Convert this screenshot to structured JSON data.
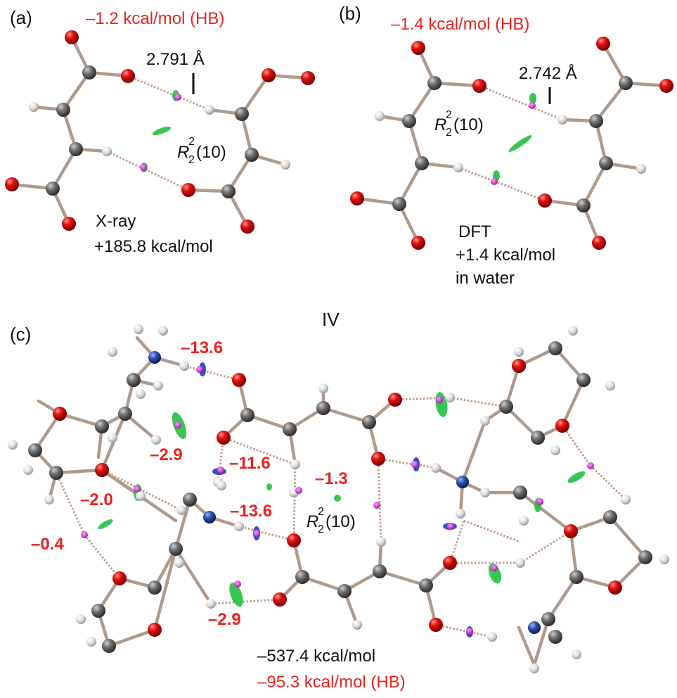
{
  "panel_a": {
    "tag": "(a)",
    "energy_hb": "–1.2 kcal/mol (HB)",
    "distance": "2.791 Å",
    "motif": "10",
    "method": "X-ray",
    "energy": "+185.8 kcal/mol"
  },
  "panel_b": {
    "tag": "(b)",
    "energy_hb": "–1.4 kcal/mol (HB)",
    "distance": "2.742 Å",
    "motif": "10",
    "method": "DFT",
    "energy": "+1.4 kcal/mol",
    "medium": "in water"
  },
  "panel_c": {
    "tag": "(c)",
    "title": "IV",
    "labels": {
      "v_13_6_top": "–13.6",
      "v_2_9_top": "–2.9",
      "v_11_6": "–11.6",
      "v_1_3": "–1.3",
      "v_2_0": "–2.0",
      "v_13_6_mid": "–13.6",
      "v_0_4": "–0.4",
      "v_2_9_bot": "–2.9"
    },
    "motif": "10",
    "energy_total": "–537.4 kcal/mol",
    "energy_hb": "–95.3 kcal/mol (HB)"
  },
  "colors": {
    "oxygen": "#e01010",
    "carbon": "#707070",
    "hydrogen": "#dcdcdc",
    "nitrogen": "#2a4fb0",
    "bond": "#b09a8a",
    "bcp": "#d030d0",
    "nci_weak": "#22c040",
    "nci_strong": "#1c3cc8",
    "label_red": "#e8231f"
  }
}
